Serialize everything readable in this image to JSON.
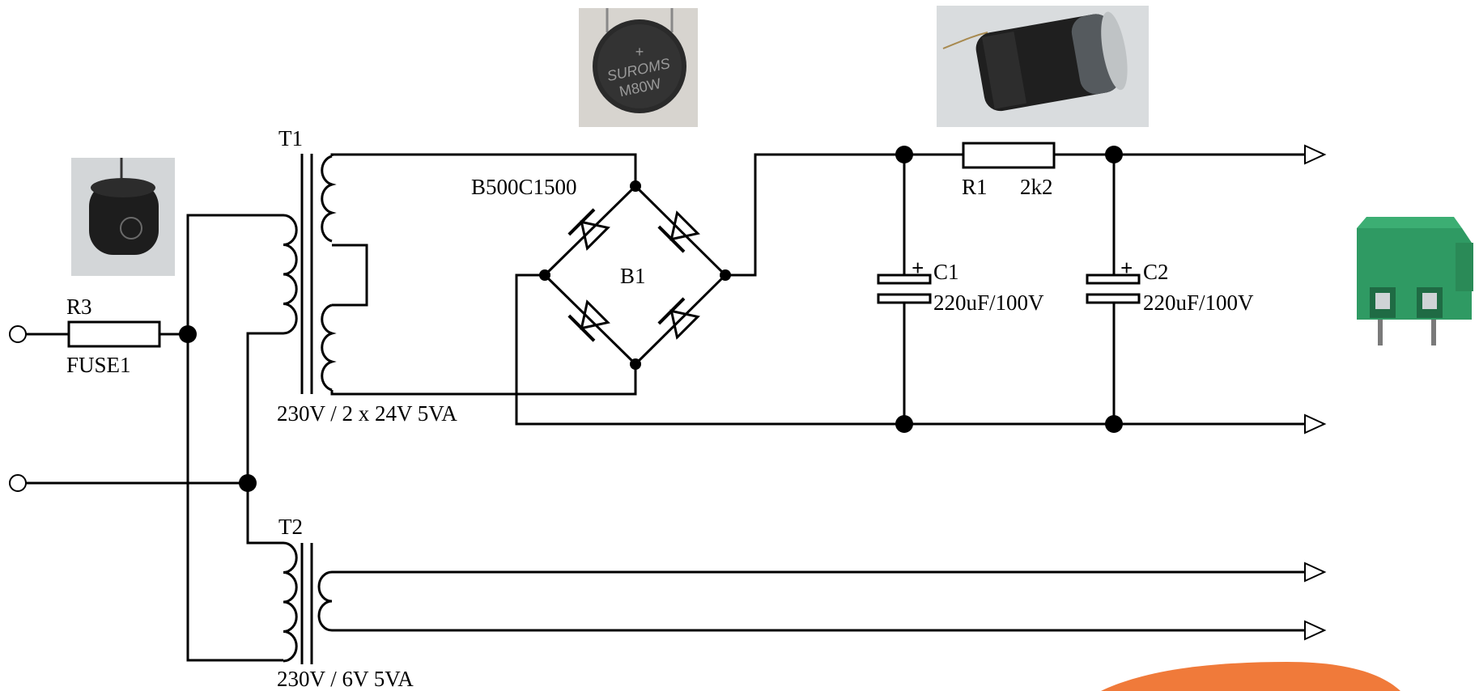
{
  "colors": {
    "wire": "#000000",
    "accent_orange": "#f07a3a",
    "terminal_green": "#2f9a63",
    "component_dark": "#1c1c1c",
    "photo_background": "#cfd3d6"
  },
  "components": {
    "t1": {
      "ref": "T1",
      "value": "230V / 2 x 24V 5VA"
    },
    "t2": {
      "ref": "T2",
      "value": "230V / 6V 5VA"
    },
    "r3": {
      "ref": "R3",
      "value": "FUSE1"
    },
    "b1": {
      "ref": "B1",
      "value": "B500C1500"
    },
    "r1": {
      "ref": "R1",
      "value": "2k2"
    },
    "c1": {
      "ref": "C1",
      "value": "220uF/100V",
      "polarity": "+"
    },
    "c2": {
      "ref": "C2",
      "value": "220uF/100V",
      "polarity": "+"
    }
  },
  "photos": {
    "fuse_photo": {
      "icon": "fuse-photo-icon"
    },
    "bridge_photo": {
      "icon": "bridge-rectifier-photo-icon",
      "marking_1": "+",
      "marking_2": "SUROMS",
      "marking_3": "M80W"
    },
    "capacitor_photo": {
      "icon": "electrolytic-capacitor-photo-icon"
    },
    "terminal_photo": {
      "icon": "screw-terminal-block-icon"
    }
  }
}
